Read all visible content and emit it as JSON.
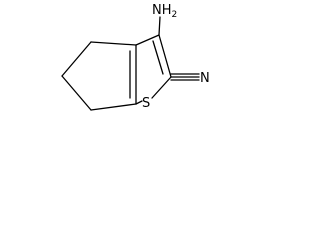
{
  "molecule": {
    "labels": {
      "amino": "NH2",
      "amino_main": "NH",
      "amino_sub": "2",
      "sulfur": "S",
      "nitrile_n": "N"
    },
    "colors": {
      "bond": "#000000",
      "text": "#000000",
      "background": "#ffffff"
    }
  }
}
